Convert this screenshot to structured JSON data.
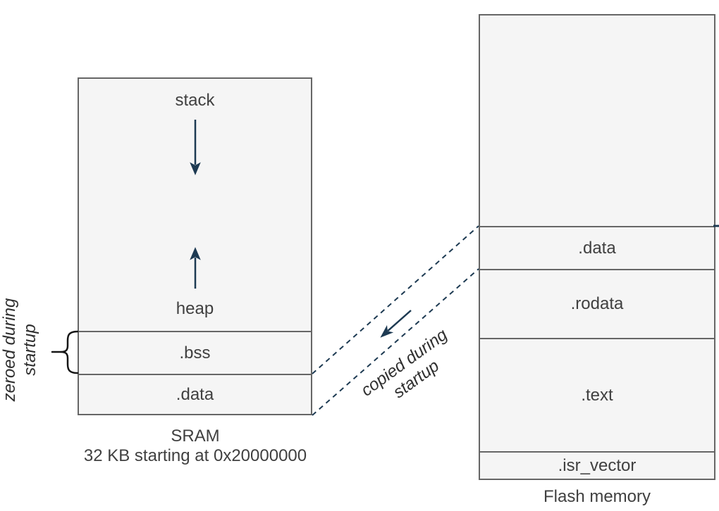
{
  "sram": {
    "stack_label": "stack",
    "heap_label": "heap",
    "sections": [
      {
        "label": ".bss"
      },
      {
        "label": ".data"
      }
    ],
    "caption_line1": "SRAM",
    "caption_line2": "32 KB starting at 0x20000000"
  },
  "flash": {
    "sections": [
      {
        "label": ".data"
      },
      {
        "label": ".rodata"
      },
      {
        "label": ".text"
      },
      {
        "label": ".isr_vector"
      }
    ],
    "caption": "Flash memory"
  },
  "annotations": {
    "zeroed_line1": "zeroed during",
    "zeroed_line2": "startup",
    "copied_line1": "copied during",
    "copied_line2": "startup"
  },
  "colors": {
    "box_fill": "#f5f5f5",
    "box_border": "#666666",
    "accent": "#1d3a52",
    "text": "#404040",
    "annotation_text": "#2f2f2f",
    "brace": "#161616"
  }
}
